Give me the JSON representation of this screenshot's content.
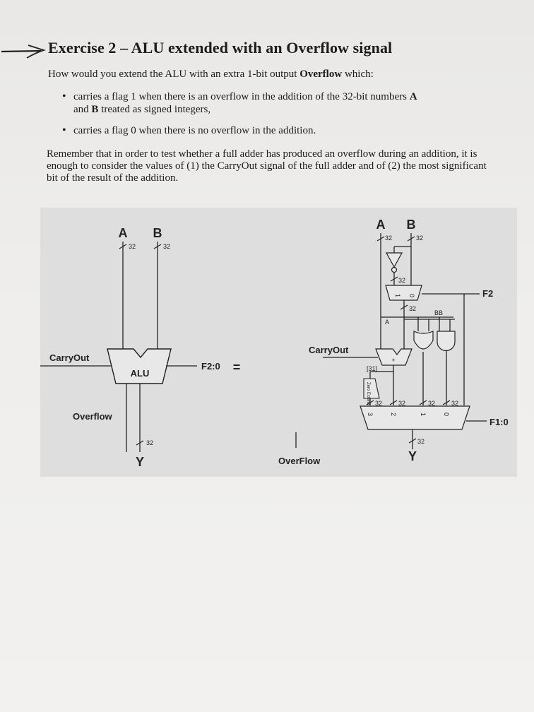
{
  "exercise": {
    "title": "Exercise 2 – ALU extended with an Overflow signal",
    "question": {
      "before": "How would you extend the ALU with an extra 1-bit output ",
      "bold": "Overflow",
      "after": " which:"
    },
    "bullets": [
      {
        "before": "carries a flag 1 when there is an overflow in the addition of the 32-bit numbers ",
        "a": "A",
        "mid": " and ",
        "b": "B",
        "after": " treated as signed integers,"
      },
      {
        "text": "carries a flag 0 when there is no overflow in the addition."
      }
    ],
    "paragraph": "Remember that in order to test whether a full adder has produced an overflow during an addition, it is enough to consider the values of (1) the CarryOut signal of the full adder and of (2) the most significant bit of the result of the addition."
  },
  "figure": {
    "left": {
      "input_a": "A",
      "input_b": "B",
      "width_a": "32",
      "width_b": "32",
      "carryout": "CarryOut",
      "overflow": "Overflow",
      "alu": "ALU",
      "control": "F2:0",
      "output": "Y",
      "width_y": "32"
    },
    "equals": "=",
    "right": {
      "input_a": "A",
      "input_b": "B",
      "width_a": "32",
      "width_b": "32",
      "width_not": "32",
      "mux_in1": "1",
      "mux_in0": "0",
      "width_mux": "32",
      "a_label": "A",
      "bb_label": "BB",
      "f2": "F2",
      "carryout": "CarryOut",
      "adder": "+",
      "bit31": "[31]",
      "zero_extend": "Zero Extend",
      "widths": [
        "32",
        "32",
        "32",
        "32"
      ],
      "mux_inputs": [
        "3",
        "2",
        "1",
        "0"
      ],
      "f10": "F1:0",
      "width_y": "32",
      "output": "Y",
      "overflow": "OverFlow"
    }
  }
}
